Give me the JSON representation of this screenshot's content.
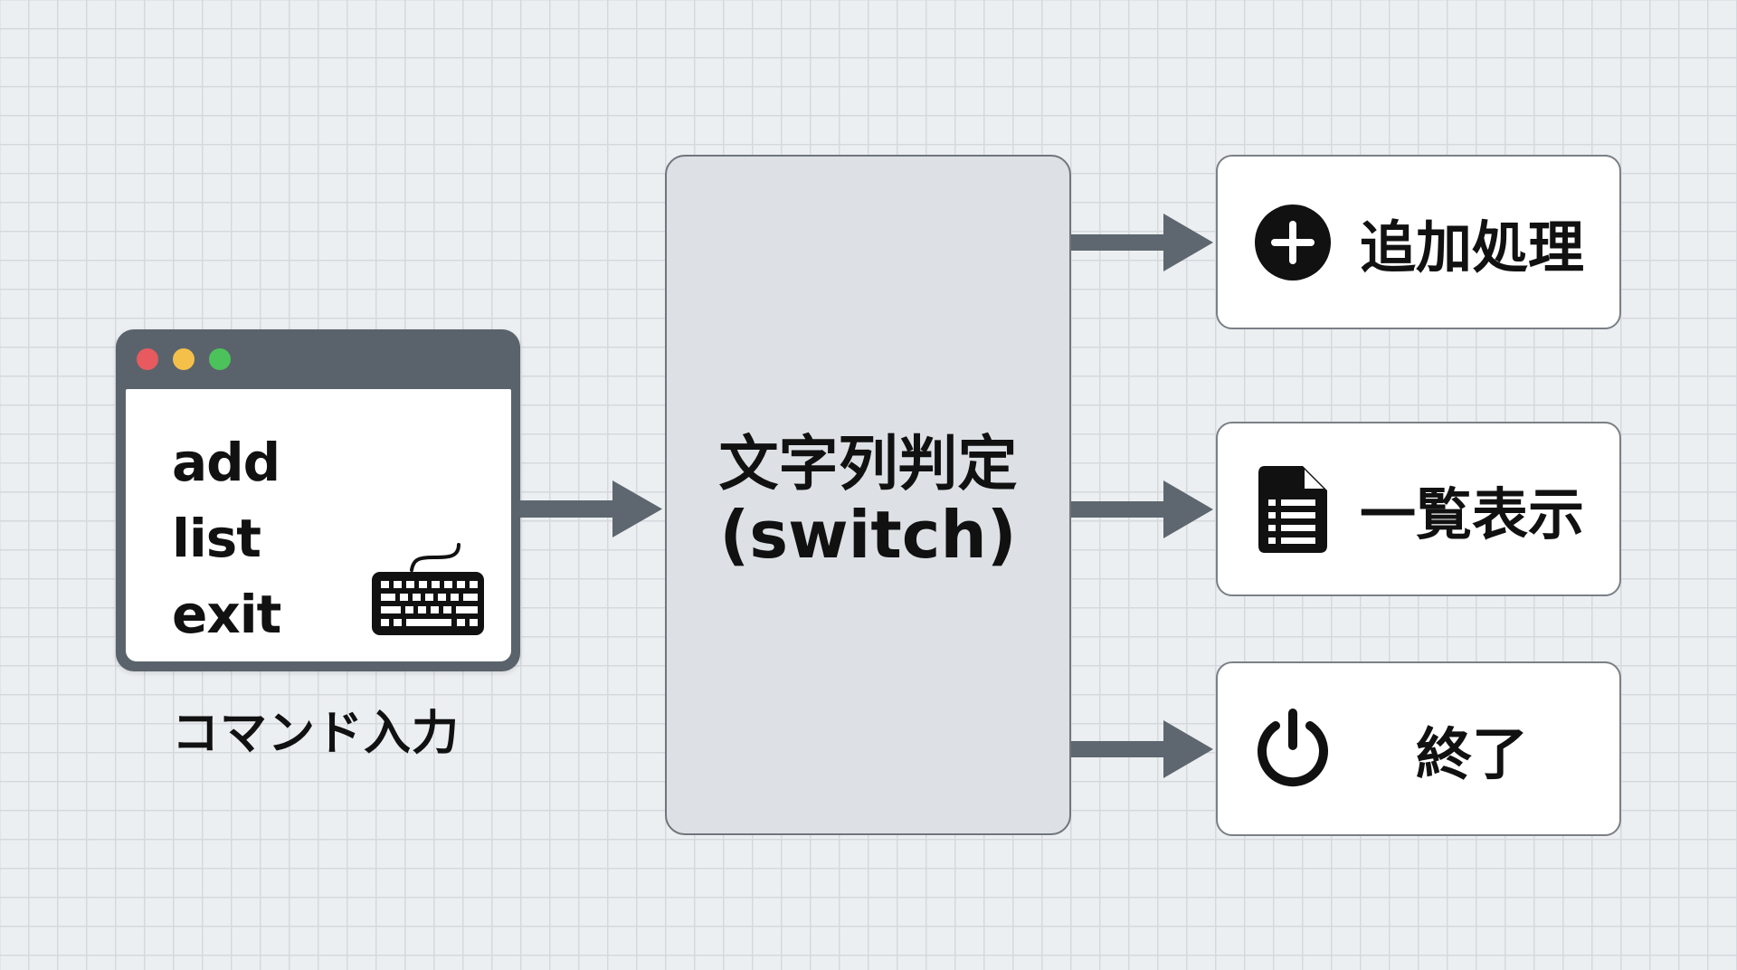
{
  "diagram": {
    "input": {
      "window_controls": [
        {
          "name": "close",
          "color": "#e85a5f"
        },
        {
          "name": "minimize",
          "color": "#f5c04a"
        },
        {
          "name": "maximize",
          "color": "#4cc35a"
        }
      ],
      "commands": [
        "add",
        "list",
        "exit"
      ],
      "icon": "keyboard-icon",
      "label": "コマンド入力"
    },
    "decision": {
      "title": "文字列判定",
      "subtitle": "(switch)"
    },
    "outputs": [
      {
        "icon": "plus-circle-icon",
        "label": "追加処理"
      },
      {
        "icon": "document-list-icon",
        "label": "一覧表示"
      },
      {
        "icon": "power-icon",
        "label": "終了"
      }
    ],
    "colors": {
      "window_frame": "#5a636b",
      "arrow": "#5e676f",
      "decision_fill": "#dde1e5",
      "output_fill": "#ffffff",
      "icon": "#111111"
    }
  }
}
